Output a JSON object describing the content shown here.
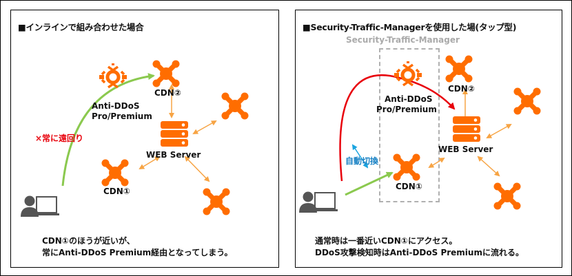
{
  "colors": {
    "orange": "#ff6d00",
    "arrow_orange": "#f7a444",
    "green": "#8bc94f",
    "red": "#e8000b",
    "blue": "#1aa4e0",
    "gray_user": "#555555",
    "dashed_gray": "#b0b0b0"
  },
  "left_panel": {
    "title": "■インラインで組み合わせた場合",
    "anti_ddos_line1": "Anti-DDoS",
    "anti_ddos_line2": "Pro/Premium",
    "cdn2": "CDN②",
    "cdn1": "CDN①",
    "web_server": "WEB Server",
    "detour_label": "×常に遠回り",
    "note_line1": "CDN①のほうが近いが、",
    "note_line2": "常にAnti-DDoS Premium経由となってしまう。"
  },
  "right_panel": {
    "title": "■Security-Traffic-Managerを使用した場(タップ型)",
    "stm_label": "Security-Traffic-Manager",
    "anti_ddos_line1": "Anti-DDoS",
    "anti_ddos_line2": "Pro/Premium",
    "cdn2": "CDN②",
    "cdn1": "CDN①",
    "web_server": "WEB Server",
    "switch_label": "自動切換",
    "note_line1": "通常時は一番近いCDN①にアクセス。",
    "note_line2": "DDoS攻撃検知時はAnti-DDoS Premiumに流れる。"
  },
  "icons": {
    "anti_ddos": "shield-gear-icon",
    "cdn": "cdn-node-icon",
    "server": "server-icon",
    "user": "user-computer-icon"
  }
}
